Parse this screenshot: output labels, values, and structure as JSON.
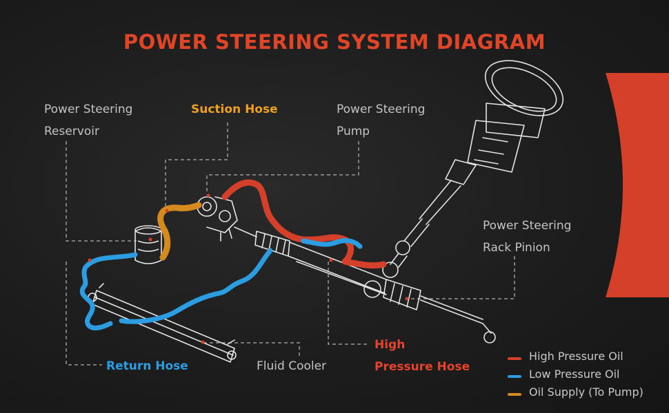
{
  "title": "POWER STEERING SYSTEM DIAGRAM",
  "labels": {
    "reservoir": [
      "Power Steering",
      "Reservoir"
    ],
    "suction_hose": "Suction Hose",
    "pump": [
      "Power Steering",
      "Pump"
    ],
    "rack_pinion": [
      "Power Steering",
      "Rack Pinion"
    ],
    "return_hose": "Return Hose",
    "fluid_cooler": "Fluid Cooler",
    "high_pressure_hose": [
      "High",
      "Pressure Hose"
    ]
  },
  "legend": [
    {
      "label": "High Pressure Oil",
      "color": "#d5402b"
    },
    {
      "label": "Low Pressure Oil",
      "color": "#2b9de0"
    },
    {
      "label": "Oil Supply (To Pump)",
      "color": "#d48a1c"
    }
  ],
  "colors": {
    "title": "#df4526",
    "accent_band": "#d5402b",
    "high_pressure": "#d5402b",
    "low_pressure": "#2b9de0",
    "oil_supply": "#d48a1c",
    "suction_label": "#f0a020",
    "return_label": "#2b9de0",
    "high_pressure_label": "#e5432a",
    "leader_line": "#9a9a9a",
    "line_art": "#e6e6e6"
  }
}
